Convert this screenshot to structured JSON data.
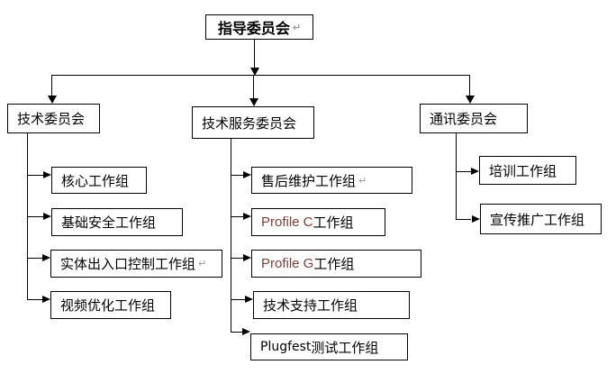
{
  "colors": {
    "line": "#000000",
    "background": "#ffffff",
    "profile_text": "#7d4136",
    "format_mark": "#999999"
  },
  "icons": {
    "arrow_down": "solid down triangle (CSS shape)",
    "arrow_right": "solid right triangle (CSS shape)"
  },
  "diagram": {
    "root": {
      "label": "指导委员会",
      "mark": "↵"
    },
    "committees": [
      {
        "label": "技术委员会"
      },
      {
        "label": "技术服务委员会"
      },
      {
        "label": "通讯委员会"
      }
    ],
    "groups": [
      [
        {
          "en": "",
          "cn": "核心工作组",
          "mark": ""
        },
        {
          "en": "",
          "cn": "基础安全工作组",
          "mark": ""
        },
        {
          "en": "",
          "cn": "实体出入口控制工作组",
          "mark": "↵"
        },
        {
          "en": "",
          "cn": "视频优化工作组",
          "mark": ""
        }
      ],
      [
        {
          "en": "",
          "cn": "售后维护工作组",
          "mark": "↵"
        },
        {
          "en": "Profile C",
          "cn": " 工作组",
          "mark": ""
        },
        {
          "en": "Profile G",
          "cn": " 工作组",
          "mark": ""
        },
        {
          "en": "",
          "cn": "技术支持工作组",
          "mark": ""
        },
        {
          "en": "Plugfest",
          "cn": " 测试工作组",
          "mark": ""
        }
      ],
      [
        {
          "en": "",
          "cn": "培训工作组",
          "mark": ""
        },
        {
          "en": "",
          "cn": "宣传推广工作组",
          "mark": ""
        }
      ]
    ]
  }
}
